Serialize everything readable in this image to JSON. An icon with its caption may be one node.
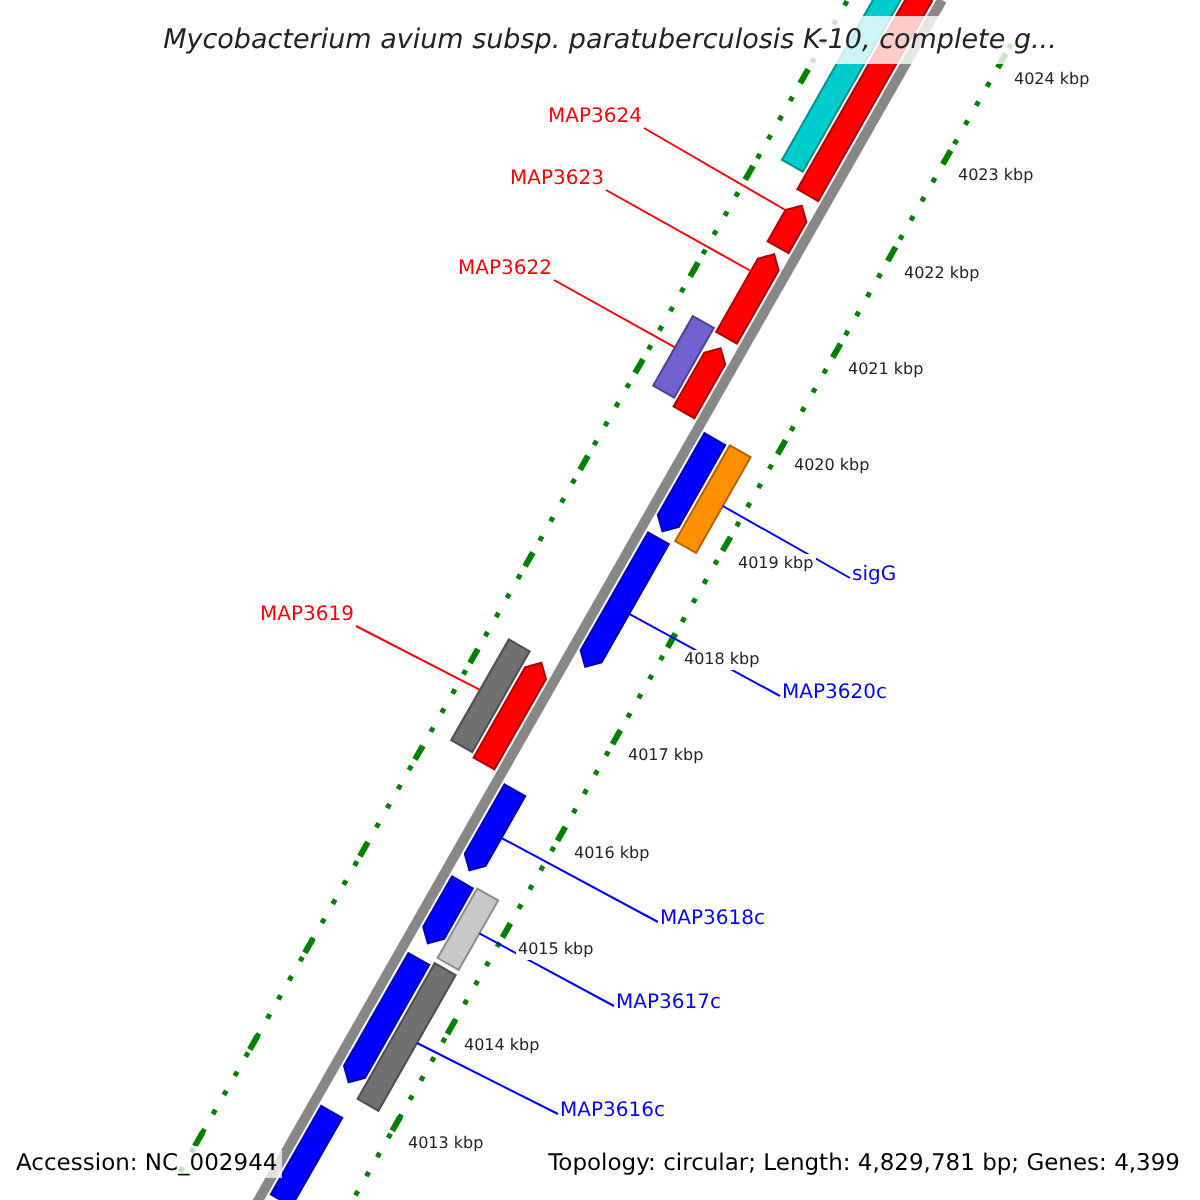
{
  "diagram": {
    "title": "Mycobacterium avium subsp. paratuberculosis K-10, complete g...",
    "nodes": [
      {
        "text": [
          "MAP3624"
        ]
      },
      {
        "text": [
          "MAP3623"
        ]
      },
      {
        "text": [
          "MAP3622"
        ]
      },
      {
        "text": [
          "sigG"
        ]
      },
      {
        "text": [
          "MAP3619"
        ]
      },
      {
        "text": [
          "MAP3620c"
        ]
      },
      {
        "text": [
          "MAP3618c"
        ]
      },
      {
        "text": [
          "MAP3617c"
        ]
      },
      {
        "text": [
          "MAP3616c"
        ]
      },
      {
        "text": [],
        "shape": "bar"
      },
      {
        "text": [],
        "shape": "bar"
      },
      {
        "text": [],
        "shape": "bar"
      },
      {
        "text": [],
        "shape": "bar"
      },
      {
        "text": [],
        "shape": "bar"
      },
      {
        "text": [],
        "shape": "bar"
      },
      {
        "text": [],
        "shape": "bar"
      },
      {
        "text": [],
        "shape": "bar"
      },
      {
        "text": [],
        "shape": "bar"
      },
      {
        "text": [],
        "shape": "bar"
      },
      {
        "text": [],
        "shape": "bar"
      },
      {
        "text": [],
        "shape": "bar"
      },
      {
        "text": [],
        "shape": "bar"
      },
      {
        "text": [],
        "shape": "bar"
      },
      {
        "text": [],
        "shape": "bar"
      },
      {
        "text": [],
        "shape": "bar"
      },
      {
        "text": [],
        "shape": "bar"
      }
    ],
    "edges": [
      {
        "from": 0,
        "to": 9,
        "arrow": "none",
        "color": "#ff0000"
      },
      {
        "from": 1,
        "to": 10,
        "arrow": "none",
        "color": "#ff0000"
      },
      {
        "from": 2,
        "to": 11,
        "arrow": "none",
        "color": "#ff0000"
      },
      {
        "from": 3,
        "to": 12,
        "arrow": "none"
      },
      {
        "from": 4,
        "to": 14,
        "arrow": "none",
        "color": "#ff0000"
      },
      {
        "from": 5,
        "to": 13,
        "arrow": "none"
      },
      {
        "from": 6,
        "to": 15,
        "arrow": "none"
      },
      {
        "from": 7,
        "to": 16,
        "arrow": "none"
      },
      {
        "from": 8,
        "to": 17,
        "arrow": "none"
      }
    ],
    "labels": [
      "4024 kbp",
      "4023 kbp",
      "4022 kbp",
      "4021 kbp",
      "4020 kbp",
      "4019 kbp",
      "4018 kbp",
      "4017 kbp",
      "4016 kbp",
      "4015 kbp",
      "4014 kbp",
      "4013 kbp",
      "Accession: NC_002944",
      "Topology: circular; Length: 4,829,781 bp; Genes: 4,399"
    ]
  }
}
